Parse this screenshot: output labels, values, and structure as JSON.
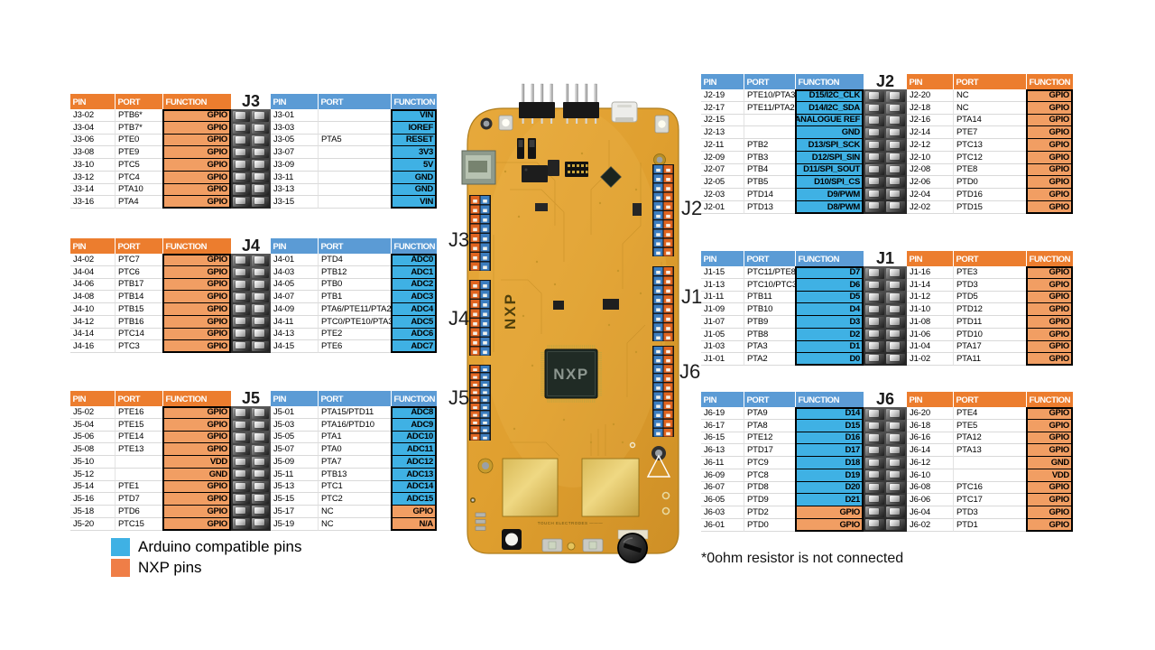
{
  "legend": {
    "items": [
      {
        "id": "arduino",
        "label": "Arduino compatible pins",
        "color": "#3FB1E4"
      },
      {
        "id": "nxp",
        "label": "NXP pins",
        "color": "#EF7E47"
      }
    ]
  },
  "note": "*0ohm resistor is not connected",
  "board": {
    "labels": {
      "j3": "J3",
      "j4": "J4",
      "j5": "J5",
      "j2": "J2",
      "j1": "J1",
      "j6": "J6"
    },
    "chip_logo": "NXP",
    "silkscreen": "NXP"
  },
  "colors": {
    "orange_header": "#EC7D2E",
    "orange_function_cell": "#F19E63",
    "blue_header": "#5B9BD5",
    "blue_function_cell": "#3FB1E4",
    "legend_blue": "#3FB1E4",
    "legend_orange": "#EF7E47"
  },
  "table_headers": [
    "PIN",
    "PORT",
    "FUNCTION"
  ],
  "groups": [
    {
      "id": "J3",
      "connector_label": "J3",
      "left_table": {
        "theme": "orange",
        "headers": [
          "PIN",
          "PORT",
          "FUNCTION"
        ],
        "rows": [
          {
            "pin": "J3-02",
            "port": "PTB6*",
            "func": "GPIO",
            "fc": "o"
          },
          {
            "pin": "J3-04",
            "port": "PTB7*",
            "func": "GPIO",
            "fc": "o"
          },
          {
            "pin": "J3-06",
            "port": "PTE0",
            "func": "GPIO",
            "fc": "o"
          },
          {
            "pin": "J3-08",
            "port": "PTE9",
            "func": "GPIO",
            "fc": "o"
          },
          {
            "pin": "J3-10",
            "port": "PTC5",
            "func": "GPIO",
            "fc": "o"
          },
          {
            "pin": "J3-12",
            "port": "PTC4",
            "func": "GPIO",
            "fc": "o"
          },
          {
            "pin": "J3-14",
            "port": "PTA10",
            "func": "GPIO",
            "fc": "o"
          },
          {
            "pin": "J3-16",
            "port": "PTA4",
            "func": "GPIO",
            "fc": "o"
          }
        ]
      },
      "right_table": {
        "theme": "blue",
        "headers": [
          "PIN",
          "PORT",
          "FUNCTION"
        ],
        "rows": [
          {
            "pin": "J3-01",
            "port": "",
            "func": "VIN",
            "fc": "b"
          },
          {
            "pin": "J3-03",
            "port": "",
            "func": "IOREF",
            "fc": "b"
          },
          {
            "pin": "J3-05",
            "port": "PTA5",
            "func": "RESET",
            "fc": "b"
          },
          {
            "pin": "J3-07",
            "port": "",
            "func": "3V3",
            "fc": "b"
          },
          {
            "pin": "J3-09",
            "port": "",
            "func": "5V",
            "fc": "b"
          },
          {
            "pin": "J3-11",
            "port": "",
            "func": "GND",
            "fc": "b"
          },
          {
            "pin": "J3-13",
            "port": "",
            "func": "GND",
            "fc": "b"
          },
          {
            "pin": "J3-15",
            "port": "",
            "func": "VIN",
            "fc": "b"
          }
        ]
      }
    },
    {
      "id": "J4",
      "connector_label": "J4",
      "left_table": {
        "theme": "orange",
        "headers": [
          "PIN",
          "PORT",
          "FUNCTION"
        ],
        "rows": [
          {
            "pin": "J4-02",
            "port": "PTC7",
            "func": "GPIO",
            "fc": "o"
          },
          {
            "pin": "J4-04",
            "port": "PTC6",
            "func": "GPIO",
            "fc": "o"
          },
          {
            "pin": "J4-06",
            "port": "PTB17",
            "func": "GPIO",
            "fc": "o"
          },
          {
            "pin": "J4-08",
            "port": "PTB14",
            "func": "GPIO",
            "fc": "o"
          },
          {
            "pin": "J4-10",
            "port": "PTB15",
            "func": "GPIO",
            "fc": "o"
          },
          {
            "pin": "J4-12",
            "port": "PTB16",
            "func": "GPIO",
            "fc": "o"
          },
          {
            "pin": "J4-14",
            "port": "PTC14",
            "func": "GPIO",
            "fc": "o"
          },
          {
            "pin": "J4-16",
            "port": "PTC3",
            "func": "GPIO",
            "fc": "o"
          }
        ]
      },
      "right_table": {
        "theme": "blue",
        "headers": [
          "PIN",
          "PORT",
          "FUNCTION"
        ],
        "rows": [
          {
            "pin": "J4-01",
            "port": "PTD4",
            "func": "ADC0",
            "fc": "b"
          },
          {
            "pin": "J4-03",
            "port": "PTB12",
            "func": "ADC1",
            "fc": "b"
          },
          {
            "pin": "J4-05",
            "port": "PTB0",
            "func": "ADC2",
            "fc": "b"
          },
          {
            "pin": "J4-07",
            "port": "PTB1",
            "func": "ADC3",
            "fc": "b"
          },
          {
            "pin": "J4-09",
            "port": "PTA6/PTE11/PTA2",
            "func": "ADC4",
            "fc": "b"
          },
          {
            "pin": "J4-11",
            "port": "PTC0/PTE10/PTA3",
            "func": "ADC5",
            "fc": "b"
          },
          {
            "pin": "J4-13",
            "port": "PTE2",
            "func": "ADC6",
            "fc": "b"
          },
          {
            "pin": "J4-15",
            "port": "PTE6",
            "func": "ADC7",
            "fc": "b"
          }
        ]
      }
    },
    {
      "id": "J5",
      "connector_label": "J5",
      "left_table": {
        "theme": "orange",
        "headers": [
          "PIN",
          "PORT",
          "FUNCTION"
        ],
        "rows": [
          {
            "pin": "J5-02",
            "port": "PTE16",
            "func": "GPIO",
            "fc": "o"
          },
          {
            "pin": "J5-04",
            "port": "PTE15",
            "func": "GPIO",
            "fc": "o"
          },
          {
            "pin": "J5-06",
            "port": "PTE14",
            "func": "GPIO",
            "fc": "o"
          },
          {
            "pin": "J5-08",
            "port": "PTE13",
            "func": "GPIO",
            "fc": "o"
          },
          {
            "pin": "J5-10",
            "port": "",
            "func": "VDD",
            "fc": "o"
          },
          {
            "pin": "J5-12",
            "port": "",
            "func": "GND",
            "fc": "o"
          },
          {
            "pin": "J5-14",
            "port": "PTE1",
            "func": "GPIO",
            "fc": "o"
          },
          {
            "pin": "J5-16",
            "port": "PTD7",
            "func": "GPIO",
            "fc": "o"
          },
          {
            "pin": "J5-18",
            "port": "PTD6",
            "func": "GPIO",
            "fc": "o"
          },
          {
            "pin": "J5-20",
            "port": "PTC15",
            "func": "GPIO",
            "fc": "o"
          }
        ]
      },
      "right_table": {
        "theme": "blue",
        "headers": [
          "PIN",
          "PORT",
          "FUNCTION"
        ],
        "rows": [
          {
            "pin": "J5-01",
            "port": "PTA15/PTD11",
            "func": "ADC8",
            "fc": "b"
          },
          {
            "pin": "J5-03",
            "port": "PTA16/PTD10",
            "func": "ADC9",
            "fc": "b"
          },
          {
            "pin": "J5-05",
            "port": "PTA1",
            "func": "ADC10",
            "fc": "b"
          },
          {
            "pin": "J5-07",
            "port": "PTA0",
            "func": "ADC11",
            "fc": "b"
          },
          {
            "pin": "J5-09",
            "port": "PTA7",
            "func": "ADC12",
            "fc": "b"
          },
          {
            "pin": "J5-11",
            "port": "PTB13",
            "func": "ADC13",
            "fc": "b"
          },
          {
            "pin": "J5-13",
            "port": "PTC1",
            "func": "ADC14",
            "fc": "b"
          },
          {
            "pin": "J5-15",
            "port": "PTC2",
            "func": "ADC15",
            "fc": "b"
          },
          {
            "pin": "J5-17",
            "port": "NC",
            "func": "GPIO",
            "fc": "o"
          },
          {
            "pin": "J5-19",
            "port": "NC",
            "func": "N/A",
            "fc": "o"
          }
        ]
      }
    },
    {
      "id": "J2",
      "connector_label": "J2",
      "left_table": {
        "theme": "blue",
        "headers": [
          "PIN",
          "PORT",
          "FUNCTION"
        ],
        "rows": [
          {
            "pin": "J2-19",
            "port": "PTE10/PTA3",
            "func": "D15/I2C_CLK",
            "fc": "b"
          },
          {
            "pin": "J2-17",
            "port": "PTE11/PTA2",
            "func": "D14/I2C_SDA",
            "fc": "b"
          },
          {
            "pin": "J2-15",
            "port": "",
            "func": "ANALOGUE REF",
            "fc": "b"
          },
          {
            "pin": "J2-13",
            "port": "",
            "func": "GND",
            "fc": "b"
          },
          {
            "pin": "J2-11",
            "port": "PTB2",
            "func": "D13/SPI_SCK",
            "fc": "b"
          },
          {
            "pin": "J2-09",
            "port": "PTB3",
            "func": "D12/SPI_SIN",
            "fc": "b"
          },
          {
            "pin": "J2-07",
            "port": "PTB4",
            "func": "D11/SPI_SOUT",
            "fc": "b"
          },
          {
            "pin": "J2-05",
            "port": "PTB5",
            "func": "D10/SPI_CS",
            "fc": "b"
          },
          {
            "pin": "J2-03",
            "port": "PTD14",
            "func": "D9/PWM",
            "fc": "b"
          },
          {
            "pin": "J2-01",
            "port": "PTD13",
            "func": "D8/PWM",
            "fc": "b"
          }
        ]
      },
      "right_table": {
        "theme": "orange",
        "headers": [
          "PIN",
          "PORT",
          "FUNCTION"
        ],
        "rows": [
          {
            "pin": "J2-20",
            "port": "NC",
            "func": "GPIO",
            "fc": "o"
          },
          {
            "pin": "J2-18",
            "port": "NC",
            "func": "GPIO",
            "fc": "o"
          },
          {
            "pin": "J2-16",
            "port": "PTA14",
            "func": "GPIO",
            "fc": "o"
          },
          {
            "pin": "J2-14",
            "port": "PTE7",
            "func": "GPIO",
            "fc": "o"
          },
          {
            "pin": "J2-12",
            "port": "PTC13",
            "func": "GPIO",
            "fc": "o"
          },
          {
            "pin": "J2-10",
            "port": "PTC12",
            "func": "GPIO",
            "fc": "o"
          },
          {
            "pin": "J2-08",
            "port": "PTE8",
            "func": "GPIO",
            "fc": "o"
          },
          {
            "pin": "J2-06",
            "port": "PTD0",
            "func": "GPIO",
            "fc": "o"
          },
          {
            "pin": "J2-04",
            "port": "PTD16",
            "func": "GPIO",
            "fc": "o"
          },
          {
            "pin": "J2-02",
            "port": "PTD15",
            "func": "GPIO",
            "fc": "o"
          }
        ]
      }
    },
    {
      "id": "J1",
      "connector_label": "J1",
      "left_table": {
        "theme": "blue",
        "headers": [
          "PIN",
          "PORT",
          "FUNCTION"
        ],
        "rows": [
          {
            "pin": "J1-15",
            "port": "PTC11/PTE8",
            "func": "D7",
            "fc": "b"
          },
          {
            "pin": "J1-13",
            "port": "PTC10/PTC3",
            "func": "D6",
            "fc": "b"
          },
          {
            "pin": "J1-11",
            "port": "PTB11",
            "func": "D5",
            "fc": "b"
          },
          {
            "pin": "J1-09",
            "port": "PTB10",
            "func": "D4",
            "fc": "b"
          },
          {
            "pin": "J1-07",
            "port": "PTB9",
            "func": "D3",
            "fc": "b"
          },
          {
            "pin": "J1-05",
            "port": "PTB8",
            "func": "D2",
            "fc": "b"
          },
          {
            "pin": "J1-03",
            "port": "PTA3",
            "func": "D1",
            "fc": "b"
          },
          {
            "pin": "J1-01",
            "port": "PTA2",
            "func": "D0",
            "fc": "b"
          }
        ]
      },
      "right_table": {
        "theme": "orange",
        "headers": [
          "PIN",
          "PORT",
          "FUNCTION"
        ],
        "rows": [
          {
            "pin": "J1-16",
            "port": "PTE3",
            "func": "GPIO",
            "fc": "o"
          },
          {
            "pin": "J1-14",
            "port": "PTD3",
            "func": "GPIO",
            "fc": "o"
          },
          {
            "pin": "J1-12",
            "port": "PTD5",
            "func": "GPIO",
            "fc": "o"
          },
          {
            "pin": "J1-10",
            "port": "PTD12",
            "func": "GPIO",
            "fc": "o"
          },
          {
            "pin": "J1-08",
            "port": "PTD11",
            "func": "GPIO",
            "fc": "o"
          },
          {
            "pin": "J1-06",
            "port": "PTD10",
            "func": "GPIO",
            "fc": "o"
          },
          {
            "pin": "J1-04",
            "port": "PTA17",
            "func": "GPIO",
            "fc": "o"
          },
          {
            "pin": "J1-02",
            "port": "PTA11",
            "func": "GPIO",
            "fc": "o"
          }
        ]
      }
    },
    {
      "id": "J6",
      "connector_label": "J6",
      "left_table": {
        "theme": "blue",
        "headers": [
          "PIN",
          "PORT",
          "FUNCTION"
        ],
        "rows": [
          {
            "pin": "J6-19",
            "port": "PTA9",
            "func": "D14",
            "fc": "b"
          },
          {
            "pin": "J6-17",
            "port": "PTA8",
            "func": "D15",
            "fc": "b"
          },
          {
            "pin": "J6-15",
            "port": "PTE12",
            "func": "D16",
            "fc": "b"
          },
          {
            "pin": "J6-13",
            "port": "PTD17",
            "func": "D17",
            "fc": "b"
          },
          {
            "pin": "J6-11",
            "port": "PTC9",
            "func": "D18",
            "fc": "b"
          },
          {
            "pin": "J6-09",
            "port": "PTC8",
            "func": "D19",
            "fc": "b"
          },
          {
            "pin": "J6-07",
            "port": "PTD8",
            "func": "D20",
            "fc": "b"
          },
          {
            "pin": "J6-05",
            "port": "PTD9",
            "func": "D21",
            "fc": "b"
          },
          {
            "pin": "J6-03",
            "port": "PTD2",
            "func": "GPIO",
            "fc": "o"
          },
          {
            "pin": "J6-01",
            "port": "PTD0",
            "func": "GPIO",
            "fc": "o"
          }
        ]
      },
      "right_table": {
        "theme": "orange",
        "headers": [
          "PIN",
          "PORT",
          "FUNCTION"
        ],
        "rows": [
          {
            "pin": "J6-20",
            "port": "PTE4",
            "func": "GPIO",
            "fc": "o"
          },
          {
            "pin": "J6-18",
            "port": "PTE5",
            "func": "GPIO",
            "fc": "o"
          },
          {
            "pin": "J6-16",
            "port": "PTA12",
            "func": "GPIO",
            "fc": "o"
          },
          {
            "pin": "J6-14",
            "port": "PTA13",
            "func": "GPIO",
            "fc": "o"
          },
          {
            "pin": "J6-12",
            "port": "",
            "func": "GND",
            "fc": "o"
          },
          {
            "pin": "J6-10",
            "port": "",
            "func": "VDD",
            "fc": "o"
          },
          {
            "pin": "J6-08",
            "port": "PTC16",
            "func": "GPIO",
            "fc": "o"
          },
          {
            "pin": "J6-06",
            "port": "PTC17",
            "func": "GPIO",
            "fc": "o"
          },
          {
            "pin": "J6-04",
            "port": "PTD3",
            "func": "GPIO",
            "fc": "o"
          },
          {
            "pin": "J6-02",
            "port": "PTD1",
            "func": "GPIO",
            "fc": "o"
          }
        ]
      }
    }
  ]
}
